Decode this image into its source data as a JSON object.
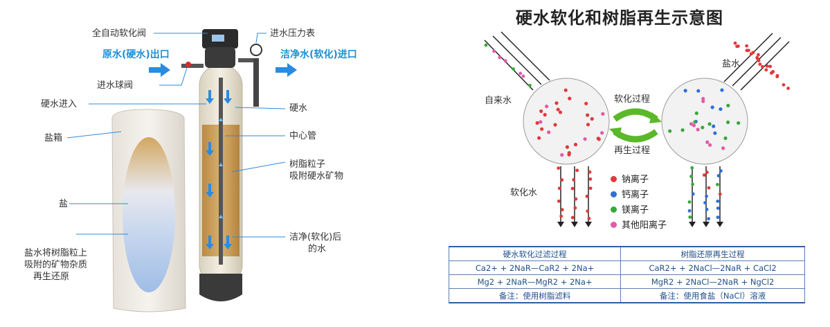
{
  "left": {
    "labels": {
      "valve": "全自动软化阀",
      "raw_water": "原水(硬水)出口",
      "ball_valve": "进水球阀",
      "hard_in": "硬水进入",
      "salt_box": "盐箱",
      "salt": "盐",
      "brine_line1": "盐水将树脂粒上",
      "brine_line2": "吸附的矿物杂质",
      "brine_line3": "再生还原",
      "gauge": "进水压力表",
      "clean_water": "洁净水(软化)进口",
      "hard_water": "硬水",
      "center_tube": "中心管",
      "resin_line1": "树脂粒子",
      "resin_line2": "吸附硬水矿物",
      "soft_line1": "洁净(软化)后",
      "soft_line2": "的水"
    }
  },
  "right": {
    "title": "硬水软化和树脂再生示意图",
    "tap_water": "自来水",
    "brine": "盐水",
    "soften_process": "软化过程",
    "regen_process": "再生过程",
    "soft_water": "软化水",
    "legend": [
      {
        "label": "钠离子",
        "color": "#e03a3a"
      },
      {
        "label": "钙离子",
        "color": "#2f6fd6"
      },
      {
        "label": "镁离子",
        "color": "#3aa83a"
      },
      {
        "label": "其他阳离子",
        "color": "#e25aa8"
      }
    ]
  },
  "table": {
    "headers": [
      "硬水软化过滤过程",
      "树脂还原再生过程"
    ],
    "rows": [
      [
        "Ca2+ + 2NaR—CaR2 + 2Na+",
        "CaR2+ + 2NaCl—2NaR + CaCl2"
      ],
      [
        "Mg2 + 2NaR—MgR2 + 2Na+",
        "MgR2 + 2NaCl—2NaR + NgCl2"
      ],
      [
        "备注：使用树脂滤料",
        "备注：使用食盐（NaCl）溶液"
      ]
    ]
  }
}
